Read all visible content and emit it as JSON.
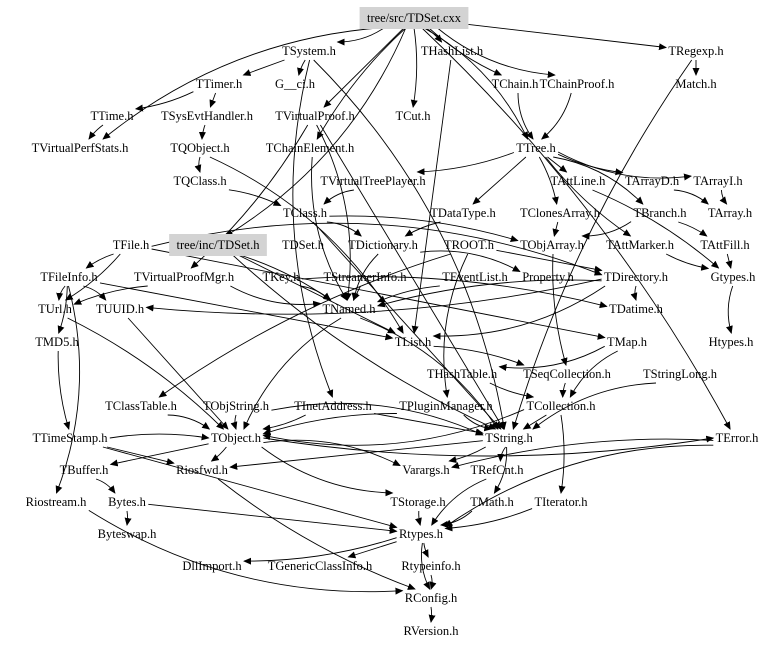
{
  "graph": {
    "type": "include-dependency-graph",
    "highlight_color": "#d3d3d3",
    "edge_color": "#000000",
    "highlighted_nodes": [
      "tree/src/TDSet.cxx",
      "tree/inc/TDSet.h"
    ],
    "nodes": [
      "tree/src/TDSet.cxx",
      "TSystem.h",
      "THashList.h",
      "TRegexp.h",
      "TTimer.h",
      "G__ci.h",
      "TChain.h",
      "TChainProof.h",
      "Match.h",
      "TTime.h",
      "TSysEvtHandler.h",
      "TVirtualProof.h",
      "TCut.h",
      "TVirtualPerfStats.h",
      "TQObject.h",
      "TChainElement.h",
      "TTree.h",
      "TQClass.h",
      "TVirtualTreePlayer.h",
      "TAttLine.h",
      "TArrayD.h",
      "TArrayI.h",
      "TClass.h",
      "TDataType.h",
      "TClonesArray.h",
      "TBranch.h",
      "TArray.h",
      "TFile.h",
      "tree/inc/TDSet.h",
      "TDSet.h",
      "TDictionary.h",
      "TROOT.h",
      "TObjArray.h",
      "TAttMarker.h",
      "TAttFill.h",
      "TFileInfo.h",
      "TVirtualProofMgr.h",
      "TKey.h",
      "TStreamerInfo.h",
      "TEventList.h",
      "Property.h",
      "TDirectory.h",
      "Gtypes.h",
      "TUrl.h",
      "TUUID.h",
      "TNamed.h",
      "TDatime.h",
      "TMD5.h",
      "TList.h",
      "TMap.h",
      "Htypes.h",
      "THashTable.h",
      "TSeqCollection.h",
      "TStringLong.h",
      "TClassTable.h",
      "TObjString.h",
      "TInetAddress.h",
      "TPluginManager.h",
      "TCollection.h",
      "TTimeStamp.h",
      "TObject.h",
      "TString.h",
      "TError.h",
      "TBuffer.h",
      "Riosfwd.h",
      "Varargs.h",
      "TRefCnt.h",
      "Riostream.h",
      "Bytes.h",
      "TStorage.h",
      "TMath.h",
      "TIterator.h",
      "Byteswap.h",
      "Rtypes.h",
      "DllImport.h",
      "TGenericClassInfo.h",
      "Rtypeinfo.h",
      "RConfig.h",
      "RVersion.h"
    ],
    "edges": [
      [
        "tree/src/TDSet.cxx",
        "TSystem.h"
      ],
      [
        "tree/src/TDSet.cxx",
        "THashList.h"
      ],
      [
        "tree/src/TDSet.cxx",
        "TRegexp.h"
      ],
      [
        "tree/src/TDSet.cxx",
        "TChain.h"
      ],
      [
        "tree/src/TDSet.cxx",
        "TChainProof.h"
      ],
      [
        "tree/src/TDSet.cxx",
        "TTree.h"
      ],
      [
        "tree/src/TDSet.cxx",
        "TCut.h"
      ],
      [
        "tree/src/TDSet.cxx",
        "TVirtualProof.h"
      ],
      [
        "tree/src/TDSet.cxx",
        "TChainElement.h"
      ],
      [
        "tree/src/TDSet.cxx",
        "TVirtualPerfStats.h"
      ],
      [
        "tree/src/TDSet.cxx",
        "tree/inc/TDSet.h"
      ],
      [
        "tree/src/TDSet.cxx",
        "TError.h"
      ],
      [
        "TSystem.h",
        "TTimer.h"
      ],
      [
        "TSystem.h",
        "G__ci.h"
      ],
      [
        "TSystem.h",
        "TInetAddress.h"
      ],
      [
        "TSystem.h",
        "TString.h"
      ],
      [
        "TTimer.h",
        "TTime.h"
      ],
      [
        "TTimer.h",
        "TSysEvtHandler.h"
      ],
      [
        "TSysEvtHandler.h",
        "TQObject.h"
      ],
      [
        "TQObject.h",
        "TQClass.h"
      ],
      [
        "TQObject.h",
        "TList.h"
      ],
      [
        "TQClass.h",
        "TClass.h"
      ],
      [
        "TRegexp.h",
        "Match.h"
      ],
      [
        "TRegexp.h",
        "TString.h"
      ],
      [
        "TChain.h",
        "TTree.h"
      ],
      [
        "TChainProof.h",
        "TTree.h"
      ],
      [
        "TTree.h",
        "TVirtualTreePlayer.h"
      ],
      [
        "TTree.h",
        "TAttLine.h"
      ],
      [
        "TTree.h",
        "TArrayD.h"
      ],
      [
        "TTree.h",
        "TArrayI.h"
      ],
      [
        "TTree.h",
        "TBranch.h"
      ],
      [
        "TTree.h",
        "TClonesArray.h"
      ],
      [
        "TTree.h",
        "TDataType.h"
      ],
      [
        "TTree.h",
        "TAttMarker.h"
      ],
      [
        "TArrayI.h",
        "TArray.h"
      ],
      [
        "TArrayD.h",
        "TArray.h"
      ],
      [
        "TAttLine.h",
        "Gtypes.h"
      ],
      [
        "TAttFill.h",
        "Gtypes.h"
      ],
      [
        "TAttMarker.h",
        "Gtypes.h"
      ],
      [
        "Gtypes.h",
        "Htypes.h"
      ],
      [
        "TBranch.h",
        "TObjArray.h"
      ],
      [
        "TBranch.h",
        "TAttFill.h"
      ],
      [
        "TClonesArray.h",
        "TObjArray.h"
      ],
      [
        "TObjArray.h",
        "TSeqCollection.h"
      ],
      [
        "TVirtualTreePlayer.h",
        "TClass.h"
      ],
      [
        "TClass.h",
        "TDictionary.h"
      ],
      [
        "TClass.h",
        "TObjArray.h"
      ],
      [
        "TClass.h",
        "TString.h"
      ],
      [
        "TDataType.h",
        "TDictionary.h"
      ],
      [
        "TDictionary.h",
        "TNamed.h"
      ],
      [
        "TDictionary.h",
        "Property.h"
      ],
      [
        "tree/inc/TDSet.h",
        "TNamed.h"
      ],
      [
        "tree/inc/TDSet.h",
        "TList.h"
      ],
      [
        "tree/inc/TDSet.h",
        "TString.h"
      ],
      [
        "TChainElement.h",
        "TNamed.h"
      ],
      [
        "TVirtualProof.h",
        "TNamed.h"
      ],
      [
        "TVirtualProof.h",
        "TVirtualProofMgr.h"
      ],
      [
        "TVirtualProof.h",
        "TString.h"
      ],
      [
        "TVirtualProofMgr.h",
        "TUrl.h"
      ],
      [
        "TVirtualProofMgr.h",
        "TNamed.h"
      ],
      [
        "TFile.h",
        "TDirectory.h"
      ],
      [
        "TFile.h",
        "TUrl.h"
      ],
      [
        "TFile.h",
        "TMap.h"
      ],
      [
        "TFile.h",
        "TFileInfo.h"
      ],
      [
        "TFileInfo.h",
        "TUrl.h"
      ],
      [
        "TFileInfo.h",
        "TUUID.h"
      ],
      [
        "TFileInfo.h",
        "TMD5.h"
      ],
      [
        "TFileInfo.h",
        "TList.h"
      ],
      [
        "TDirectory.h",
        "TNamed.h"
      ],
      [
        "TDirectory.h",
        "TDatime.h"
      ],
      [
        "TDirectory.h",
        "TList.h"
      ],
      [
        "TDirectory.h",
        "TUUID.h"
      ],
      [
        "TROOT.h",
        "TDirectory.h"
      ],
      [
        "TROOT.h",
        "TClassTable.h"
      ],
      [
        "TROOT.h",
        "TPluginManager.h"
      ],
      [
        "TKey.h",
        "TNamed.h"
      ],
      [
        "TKey.h",
        "TDatime.h"
      ],
      [
        "TStreamerInfo.h",
        "TNamed.h"
      ],
      [
        "TEventList.h",
        "TNamed.h"
      ],
      [
        "TMap.h",
        "TCollection.h"
      ],
      [
        "TMap.h",
        "THashTable.h"
      ],
      [
        "TList.h",
        "TSeqCollection.h"
      ],
      [
        "THashList.h",
        "TList.h"
      ],
      [
        "TSeqCollection.h",
        "TCollection.h"
      ],
      [
        "TStringLong.h",
        "TString.h"
      ],
      [
        "TCollection.h",
        "TObject.h"
      ],
      [
        "TCollection.h",
        "TIterator.h"
      ],
      [
        "TCollection.h",
        "TString.h"
      ],
      [
        "THashTable.h",
        "TCollection.h"
      ],
      [
        "TNamed.h",
        "TObject.h"
      ],
      [
        "TNamed.h",
        "TString.h"
      ],
      [
        "TUrl.h",
        "TObject.h"
      ],
      [
        "TUUID.h",
        "TObject.h"
      ],
      [
        "TMD5.h",
        "TTimeStamp.h"
      ],
      [
        "TObjString.h",
        "TObject.h"
      ],
      [
        "TObjString.h",
        "TString.h"
      ],
      [
        "TInetAddress.h",
        "TObject.h"
      ],
      [
        "TInetAddress.h",
        "TString.h"
      ],
      [
        "TPluginManager.h",
        "TObject.h"
      ],
      [
        "TPluginManager.h",
        "TString.h"
      ],
      [
        "TClassTable.h",
        "TObject.h"
      ],
      [
        "TTimeStamp.h",
        "TObject.h"
      ],
      [
        "TTimeStamp.h",
        "Riosfwd.h"
      ],
      [
        "TTime.h",
        "TVirtualPerfStats.h"
      ],
      [
        "TObject.h",
        "TStorage.h"
      ],
      [
        "TObject.h",
        "Varargs.h"
      ],
      [
        "TObject.h",
        "Riosfwd.h"
      ],
      [
        "TObject.h",
        "TBuffer.h"
      ],
      [
        "TObject.h",
        "TError.h"
      ],
      [
        "TString.h",
        "TRefCnt.h"
      ],
      [
        "TString.h",
        "TMath.h"
      ],
      [
        "TString.h",
        "Varargs.h"
      ],
      [
        "TString.h",
        "Riosfwd.h"
      ],
      [
        "TError.h",
        "Varargs.h"
      ],
      [
        "TError.h",
        "Rtypes.h"
      ],
      [
        "TBuffer.h",
        "Bytes.h"
      ],
      [
        "Bytes.h",
        "Byteswap.h"
      ],
      [
        "Bytes.h",
        "Rtypes.h"
      ],
      [
        "TStorage.h",
        "Rtypes.h"
      ],
      [
        "TRefCnt.h",
        "Rtypes.h"
      ],
      [
        "TMath.h",
        "Rtypes.h"
      ],
      [
        "TIterator.h",
        "Rtypes.h"
      ],
      [
        "TTimeStamp.h",
        "Rtypes.h"
      ],
      [
        "Riosfwd.h",
        "RConfig.h"
      ],
      [
        "Riostream.h",
        "RConfig.h"
      ],
      [
        "TFileInfo.h",
        "Riostream.h"
      ],
      [
        "Rtypes.h",
        "DllImport.h"
      ],
      [
        "Rtypes.h",
        "TGenericClassInfo.h"
      ],
      [
        "Rtypes.h",
        "Rtypeinfo.h"
      ],
      [
        "Rtypes.h",
        "RConfig.h"
      ],
      [
        "Rtypeinfo.h",
        "RConfig.h"
      ],
      [
        "RConfig.h",
        "RVersion.h"
      ]
    ]
  }
}
